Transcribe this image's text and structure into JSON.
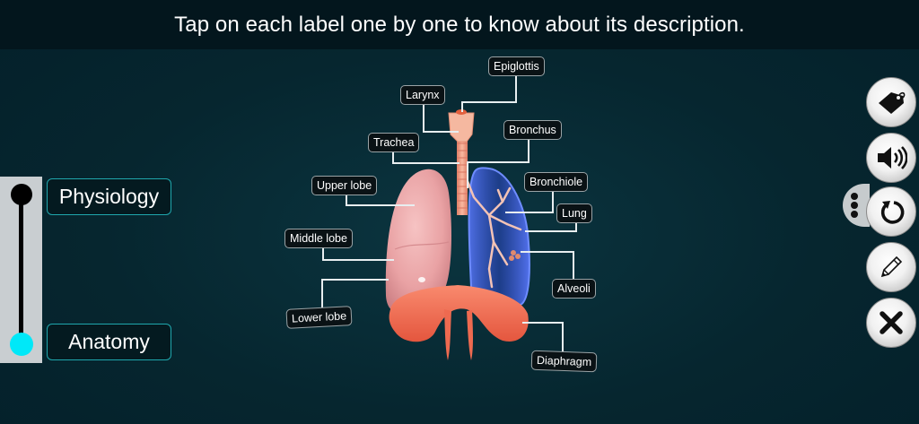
{
  "header": {
    "instruction": "Tap on each label one by one to know about its description."
  },
  "mode_slider": {
    "options": [
      {
        "label": "Physiology",
        "selected": false
      },
      {
        "label": "Anatomy",
        "selected": true
      }
    ],
    "knob_active_color": "#00e8f8"
  },
  "diagram": {
    "subject": "Human respiratory system",
    "labels": {
      "epiglottis": "Epiglottis",
      "larynx": "Larynx",
      "trachea": "Trachea",
      "bronchus": "Bronchus",
      "upper_lobe": "Upper lobe",
      "bronchiole": "Bronchiole",
      "lung": "Lung",
      "middle_lobe": "Middle lobe",
      "alveoli": "Alveoli",
      "lower_lobe": "Lower lobe",
      "diaphragm": "Diaphragm"
    },
    "colors": {
      "lung_tissue": "#e8a3a5",
      "lung_transparent": "#3a5cff",
      "diaphragm": "#f06a50",
      "trachea": "#f2a58c"
    }
  },
  "toolbar": {
    "buttons": [
      {
        "icon": "tag-icon",
        "name": "labels-toggle"
      },
      {
        "icon": "speaker-icon",
        "name": "audio"
      },
      {
        "icon": "reset-icon",
        "name": "reset"
      },
      {
        "icon": "pencil-icon",
        "name": "draw"
      },
      {
        "icon": "close-icon",
        "name": "close"
      }
    ],
    "more_icon": "more-vertical-icon"
  }
}
